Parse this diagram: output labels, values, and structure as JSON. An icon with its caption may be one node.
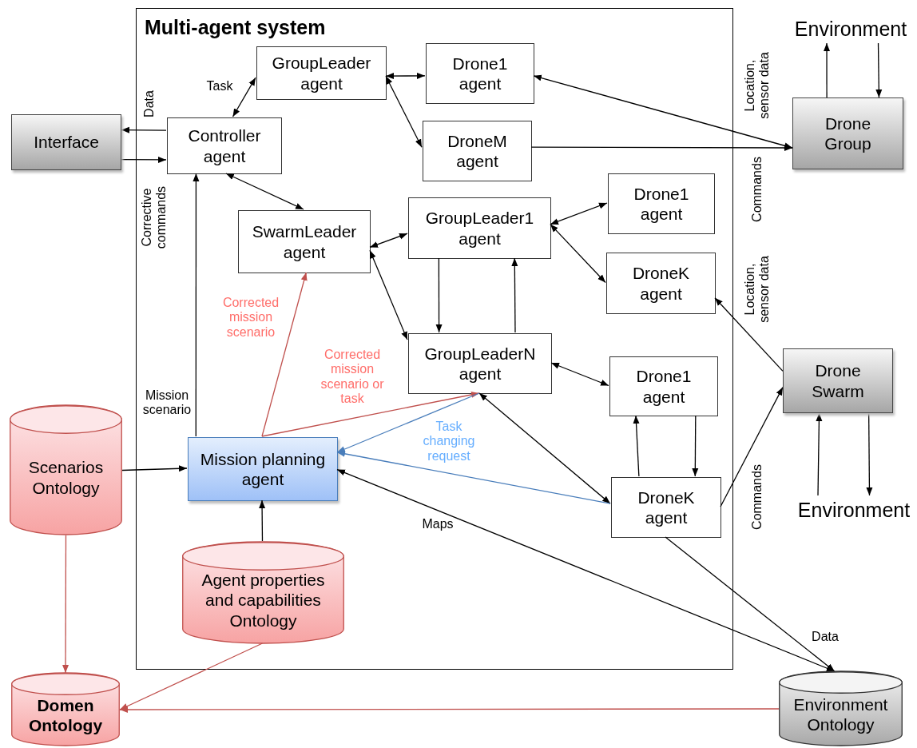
{
  "diagram": {
    "nodes": [
      {
        "text": [
          "Multi-agent system"
        ]
      },
      {
        "text": [
          "GroupLeader agent"
        ],
        "in": 0
      },
      {
        "text": [
          "Drone1 agent"
        ],
        "in": 0
      },
      {
        "text": [
          "Controller agent"
        ],
        "in": 0
      },
      {
        "text": [
          "DroneM agent"
        ],
        "in": 0
      },
      {
        "text": [
          "SwarmLeader agent"
        ],
        "in": 0
      },
      {
        "text": [
          "GroupLeader1 agent"
        ],
        "in": 0
      },
      {
        "text": [
          "Drone1 agent"
        ],
        "in": 0
      },
      {
        "text": [
          "DroneK agent"
        ],
        "in": 0
      },
      {
        "text": [
          "GroupLeaderN agent"
        ],
        "in": 0
      },
      {
        "text": [
          "Drone1 agent"
        ],
        "in": 0
      },
      {
        "text": [
          "Mission planning agent"
        ],
        "in": 0
      },
      {
        "text": [
          "DroneK agent"
        ],
        "in": 0
      },
      {
        "text": [
          "Agent properties and capabilities Ontology"
        ],
        "in": 0
      },
      {
        "text": [
          "Interface"
        ]
      },
      {
        "text": [
          "Scenarios Ontology"
        ]
      },
      {
        "text": [
          "Domen Ontology"
        ]
      },
      {
        "text": [
          "Drone Group"
        ]
      },
      {
        "text": [
          "Environment"
        ]
      },
      {
        "text": [
          "Drone Swarm"
        ]
      },
      {
        "text": [
          "Environment"
        ]
      },
      {
        "text": [
          "Environment Ontology"
        ]
      }
    ],
    "edges": [
      {
        "from": 3,
        "to": 1,
        "arrow": "both",
        "label": "Task"
      },
      {
        "from": 3,
        "to": 14,
        "arrow": "to",
        "label": "Data"
      },
      {
        "from": 14,
        "to": 3,
        "arrow": "to",
        "label": "Corrective commands"
      },
      {
        "from": 1,
        "to": 2,
        "arrow": "both"
      },
      {
        "from": 1,
        "to": 4,
        "arrow": "both"
      },
      {
        "from": 2,
        "to": 17,
        "arrow": "both",
        "label": "Location, sensor data"
      },
      {
        "from": 4,
        "to": 17,
        "arrow": "to",
        "label": "Commands"
      },
      {
        "from": 17,
        "to": 18,
        "arrow": "to"
      },
      {
        "from": 18,
        "to": 17,
        "arrow": "to"
      },
      {
        "from": 3,
        "to": 5,
        "arrow": "both"
      },
      {
        "from": 5,
        "to": 6,
        "arrow": "both"
      },
      {
        "from": 6,
        "to": 7,
        "arrow": "both"
      },
      {
        "from": 6,
        "to": 8,
        "arrow": "both"
      },
      {
        "from": 5,
        "to": 9,
        "arrow": "both"
      },
      {
        "from": 6,
        "to": 9,
        "arrow": "to"
      },
      {
        "from": 9,
        "to": 6,
        "arrow": "to"
      },
      {
        "from": 19,
        "to": 8,
        "arrow": "to",
        "label": "Location, sensor data"
      },
      {
        "from": 12,
        "to": 19,
        "arrow": "to",
        "label": "Commands"
      },
      {
        "from": 20,
        "to": 19,
        "arrow": "to"
      },
      {
        "from": 19,
        "to": 20,
        "arrow": "to"
      },
      {
        "from": 9,
        "to": 10,
        "arrow": "both"
      },
      {
        "from": 12,
        "to": 10,
        "arrow": "to"
      },
      {
        "from": 10,
        "to": 12,
        "arrow": "to"
      },
      {
        "from": 9,
        "to": 12,
        "arrow": "both"
      },
      {
        "from": 11,
        "to": 3,
        "arrow": "to",
        "label": "Mission scenario"
      },
      {
        "from": 11,
        "to": 5,
        "arrow": "to",
        "label": "Corrected mission scenario",
        "color": "#c0504d"
      },
      {
        "from": 11,
        "to": 9,
        "arrow": "to",
        "label": "Corrected mission scenario or task",
        "color": "#c0504d"
      },
      {
        "from": 9,
        "to": 11,
        "arrow": "to",
        "label": "Task changing request",
        "color": "#4a7ebb"
      },
      {
        "from": 12,
        "to": 11,
        "arrow": "to",
        "color": "#4a7ebb"
      },
      {
        "from": 11,
        "to": 21,
        "arrow": "both",
        "label": "Maps"
      },
      {
        "from": 12,
        "to": 21,
        "arrow": "to",
        "label": "Data"
      },
      {
        "from": 15,
        "to": 11,
        "arrow": "to"
      },
      {
        "from": 13,
        "to": 11,
        "arrow": "to"
      },
      {
        "from": 15,
        "to": 16,
        "arrow": "to",
        "color": "#c0504d"
      },
      {
        "from": 13,
        "to": 16,
        "arrow": "to",
        "color": "#c0504d"
      },
      {
        "from": 21,
        "to": 16,
        "arrow": "to",
        "color": "#c0504d"
      }
    ]
  }
}
